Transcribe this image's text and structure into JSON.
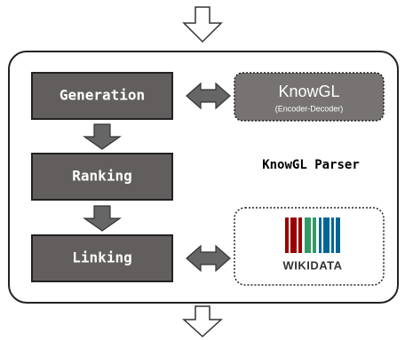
{
  "pipeline": {
    "stages": [
      {
        "label": "Generation"
      },
      {
        "label": "Ranking"
      },
      {
        "label": "Linking"
      }
    ],
    "parser_label": "KnowGL Parser"
  },
  "model_box": {
    "title": "KnowGL",
    "subtitle": "(Encoder-Decoder)"
  },
  "wikidata": {
    "wordmark": "WIKIDATA"
  },
  "colors": {
    "stage_fill": "#625e5d",
    "model_fill": "#777372",
    "arrow_fill": "#666666",
    "wikidata_red": "#990000",
    "wikidata_green": "#339966",
    "wikidata_blue": "#006699"
  }
}
